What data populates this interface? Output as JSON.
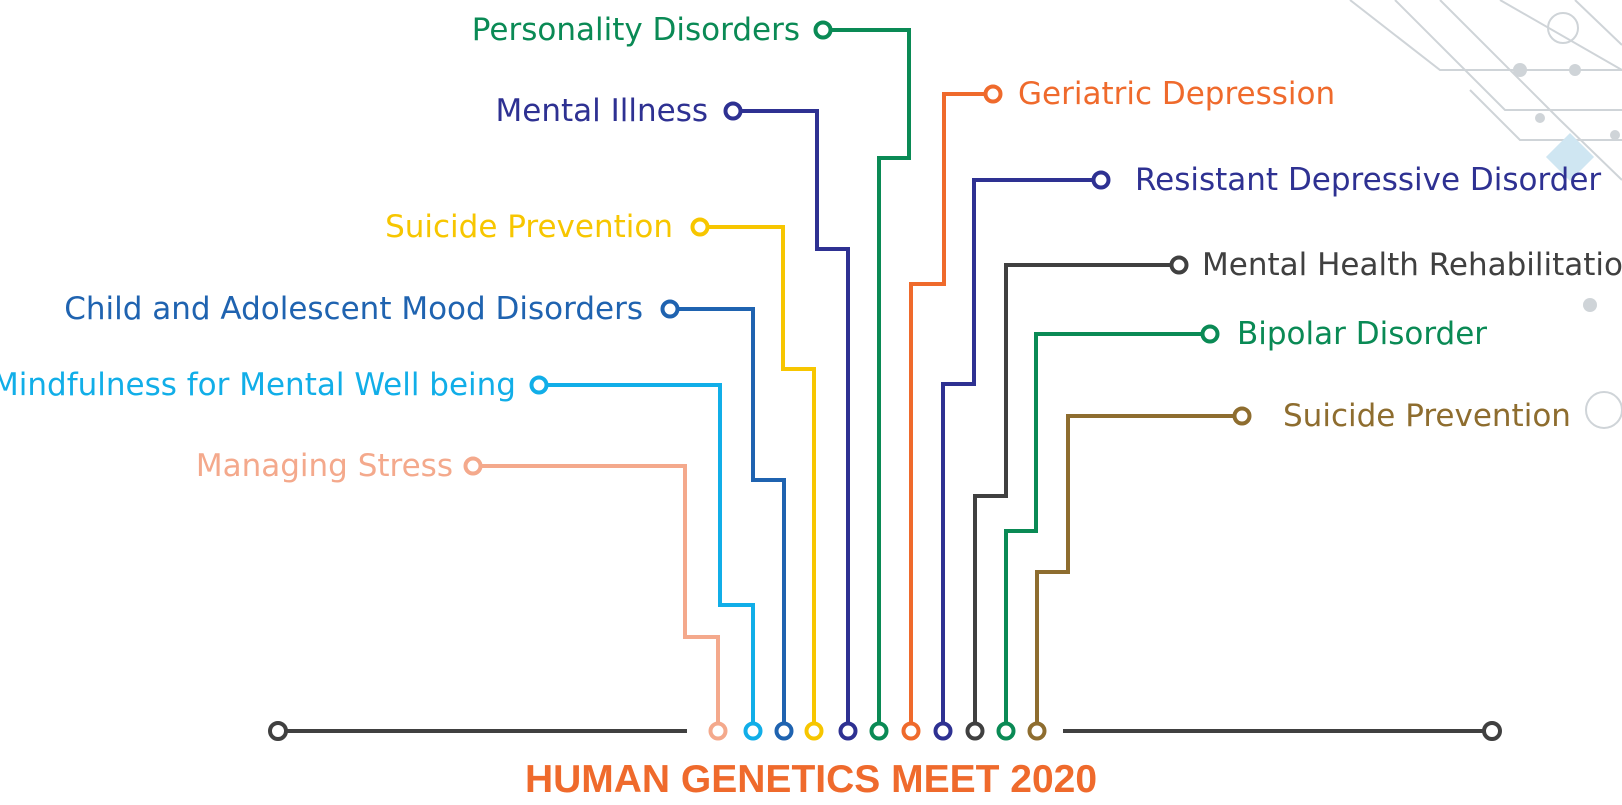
{
  "title": "HUMAN GENETICS MEET 2020",
  "colors": {
    "title": "#ef6a2c",
    "axis": "#404040",
    "decor": "#cfd4d8",
    "decor_accent": "#cfe6f2"
  },
  "left_topics": [
    {
      "label": "Personality Disorders",
      "color": "#0a8a55"
    },
    {
      "label": "Mental Illness",
      "color": "#2e3192"
    },
    {
      "label": "Suicide Prevention",
      "color": "#f7c600"
    },
    {
      "label": "Child and Adolescent Mood Disorders",
      "color": "#1f63b0"
    },
    {
      "label": "Mindfulness for Mental Well being",
      "color": "#11aee8"
    },
    {
      "label": "Managing Stress",
      "color": "#f4a98c"
    }
  ],
  "right_topics": [
    {
      "label": "Geriatric Depression",
      "color": "#ef6a2c"
    },
    {
      "label": "Resistant Depressive Disorder",
      "color": "#2e3192"
    },
    {
      "label": "Mental Health Rehabilitation",
      "color": "#404040"
    },
    {
      "label": "Bipolar Disorder",
      "color": "#0a8a55"
    },
    {
      "label": "Suicide Prevention",
      "color": "#8e6d2f"
    }
  ]
}
